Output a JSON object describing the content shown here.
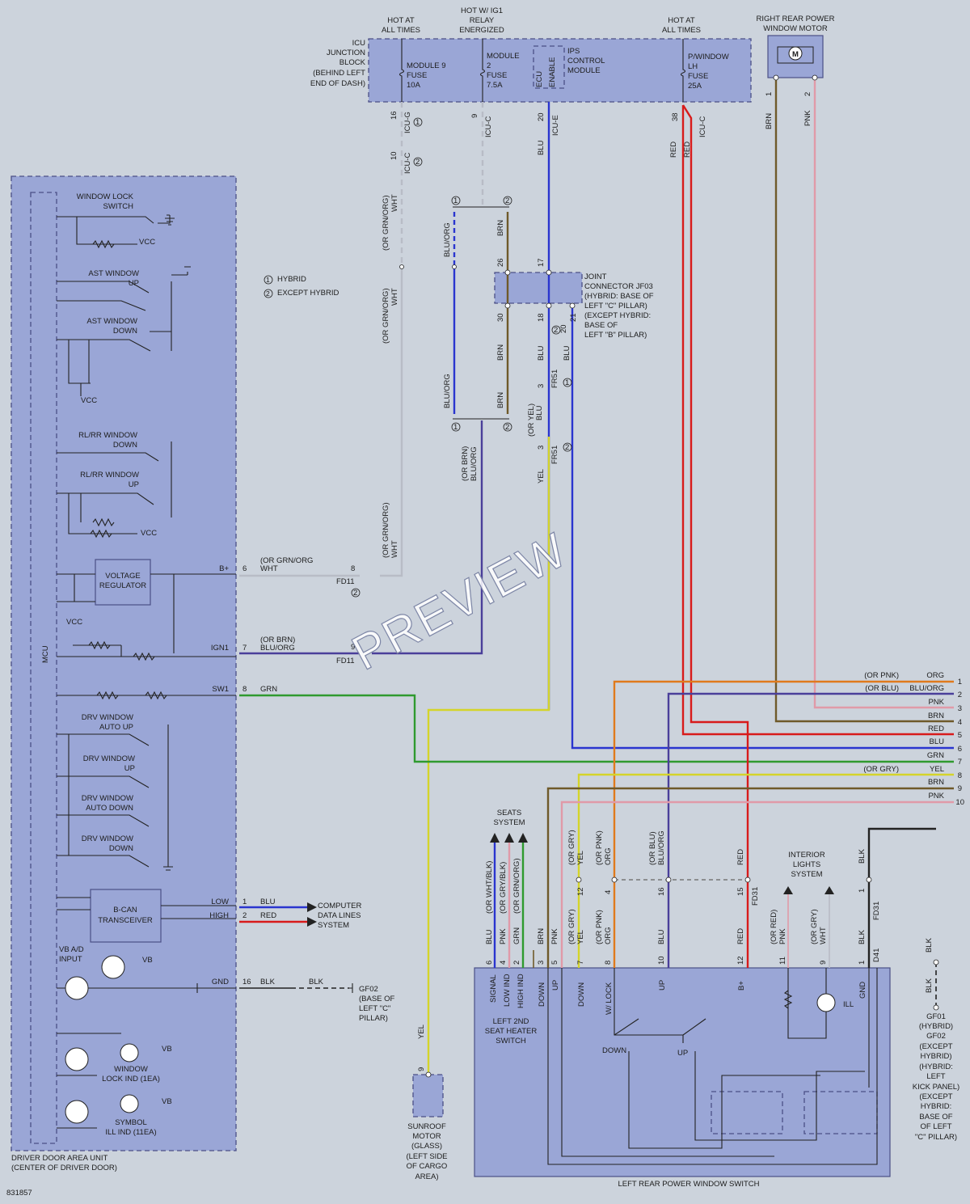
{
  "colors": {
    "background": "#ccd3dc",
    "module": "#9aa6d6",
    "blu": "#2a35cf",
    "red": "#d81b1b",
    "grn": "#2f9a2f",
    "yel": "#d4d42a",
    "brn": "#6f5a2a",
    "org": "#e07a1c",
    "pnk": "#e09aa8",
    "wht": "#b8bcc6",
    "blk": "#222222"
  },
  "labels": {
    "hot_all_1": [
      "HOT AT",
      "ALL TIMES"
    ],
    "hot_ig1": [
      "HOT W/ IG1",
      "RELAY",
      "ENERGIZED"
    ],
    "hot_all_2": [
      "HOT AT",
      "ALL TIMES"
    ],
    "rr_motor_title": [
      "RIGHT REAR POWER",
      "WINDOW MOTOR"
    ],
    "rr_motor_symbol": "M",
    "icu_title": [
      "ICU",
      "JUNCTION",
      "BLOCK",
      "(BEHIND LEFT",
      "END OF DASH)"
    ],
    "fuse9": [
      "MODULE 9",
      "FUSE",
      "10A"
    ],
    "fuse2": [
      "MODULE",
      "2",
      "FUSE",
      "7.5A"
    ],
    "ecu": "ECU",
    "enable": "ENABLE",
    "ips": [
      "IPS",
      "CONTROL",
      "MODULE"
    ],
    "pwin_fuse": [
      "P/WINDOW",
      "LH",
      "FUSE",
      "25A"
    ],
    "pin16": "16",
    "icug": "ICU-G",
    "c1": "1",
    "pin10": "10",
    "icuc_a": "ICU-C",
    "c2": "2",
    "pin9": "9",
    "icuc_b": "ICU-C",
    "pin20": "20",
    "icue": "ICU-E",
    "pin38": "38",
    "icuc_c": "ICU-C",
    "rr1": "1",
    "rr2": "2",
    "brn_rr": "BRN",
    "pnk_rr": "PNK",
    "red1": "RED",
    "red2": "RED",
    "blu_top": "BLU",
    "orgrn_wht_1": [
      "(OR GRN/ORG)",
      "WHT"
    ],
    "orgrn_wht_2": [
      "(OR GRN/ORG)",
      "WHT"
    ],
    "orgrn_wht_3": [
      "(OR GRN/ORG)",
      "WHT"
    ],
    "legend_h1": "1",
    "legend_hybrid": "HYBRID",
    "legend_h2": "2",
    "legend_except": "EXCEPT HYBRID",
    "bluorg_a": "BLU/ORG",
    "brn_a": "BRN",
    "p26": "26",
    "p17": "17",
    "p30": "30",
    "p18": "18",
    "brn_b": "BRN",
    "blu_b": "BLU",
    "bluorg_b": "BLU/ORG",
    "brn_c": "BRN",
    "p20": "20",
    "p21": "21",
    "c2b": "2",
    "blu_c": "BLU",
    "p3a": "3",
    "fr51a": "FR51",
    "c1b": "1",
    "c1c": "1",
    "c2c": "2",
    "orbrn_bluorg": [
      "(OR BRN)",
      "BLU/ORG"
    ],
    "oryel_blu": [
      "(OR YEL)",
      "BLU"
    ],
    "p3b": "3",
    "fr51b": "FR51",
    "c2d": "2",
    "yel_v": "YEL",
    "joint": [
      "JOINT",
      "CONNECTOR JF03",
      "(HYBRID: BASE OF",
      "LEFT \"C\" PILLAR)",
      "(EXCEPT HYBRID:",
      "BASE OF",
      "LEFT \"B\" PILLAR)"
    ],
    "mcu": "MCU",
    "window_lock": [
      "WINDOW LOCK",
      "SWITCH"
    ],
    "ast_up": [
      "AST WINDOW",
      "UP"
    ],
    "ast_down": [
      "AST WINDOW",
      "DOWN"
    ],
    "rlrr_down": [
      "RL/RR WINDOW",
      "DOWN"
    ],
    "rlrr_up": [
      "RL/RR WINDOW",
      "UP"
    ],
    "vcc": "VCC",
    "voltage_reg": [
      "VOLTAGE",
      "REGULATOR"
    ],
    "drv_auto_up": [
      "DRV WINDOW",
      "AUTO UP"
    ],
    "drv_up": [
      "DRV WINDOW",
      "UP"
    ],
    "drv_auto_down": [
      "DRV WINDOW",
      "AUTO DOWN"
    ],
    "drv_down": [
      "DRV WINDOW",
      "DOWN"
    ],
    "bcan": [
      "B-CAN",
      "TRANSCEIVER"
    ],
    "vbad": [
      "VB A/D",
      "INPUT"
    ],
    "vb": "VB",
    "window_lock_ind": [
      "WINDOW",
      "LOCK IND (1EA)"
    ],
    "symbol_ill": [
      "SYMBOL",
      "ILL IND (11EA)"
    ],
    "ddau": [
      "DRIVER DOOR AREA UNIT",
      "(CENTER OF DRIVER DOOR)"
    ],
    "doc_id": "831857",
    "bplus": "B+",
    "p6": "6",
    "orgrn_org_wht": [
      "(OR GRN/ORG",
      "WHT"
    ],
    "p8a": "8",
    "fd11a": "FD11",
    "c2e": "2",
    "ign1": "IGN1",
    "p7": "7",
    "orbrn_b": [
      "(OR BRN)",
      "BLU/ORG"
    ],
    "p9": "9",
    "fd11b": "FD11",
    "sw1": "SW1",
    "p8": "8",
    "grn": "GRN",
    "low": "LOW",
    "high": "HIGH",
    "p1": "1",
    "p2": "2",
    "blu_can": "BLU",
    "red_can": "RED",
    "computer": [
      "COMPUTER",
      "DATA LINES",
      "SYSTEM"
    ],
    "gnd": "GND",
    "p16": "16",
    "blk1": "BLK",
    "blk2": "BLK",
    "gf02": [
      "GF02",
      "(BASE OF",
      "LEFT \"C\"",
      "PILLAR)"
    ],
    "right_pins": [
      "1",
      "2",
      "3",
      "4",
      "5",
      "6",
      "7",
      "8",
      "9",
      "10"
    ],
    "right_colors": [
      "ORG",
      "BLU/ORG",
      "PNK",
      "BRN",
      "RED",
      "BLU",
      "GRN",
      "YEL",
      "BRN",
      "PNK"
    ],
    "or_pnk": "(OR PNK)",
    "or_blu": "(OR BLU)",
    "or_gry": "(OR GRY)",
    "seats": [
      "SEATS",
      "SYSTEM"
    ],
    "interior": [
      "INTERIOR",
      "LIGHTS",
      "SYSTEM"
    ],
    "sw_colors_top": [
      "(OR WHT/BLK)",
      "(OR GRY/BLK)",
      "(OR GRN/ORG)"
    ],
    "sw_blu": "BLU",
    "sw_pnk": "PNK",
    "sw_grn": "GRN",
    "sw_brn": "BRN",
    "sw_pnk2": "PNK",
    "sw_oryel": [
      "(OR GRY)",
      "YEL"
    ],
    "sw_orpnk": [
      "(OR PNK)",
      "ORG"
    ],
    "sw_blu2": "BLU",
    "sw_red": "RED",
    "sw_orred": [
      "(OR RED)",
      "PNK"
    ],
    "sw_orgry": [
      "(OR GRY)",
      "WHT"
    ],
    "sw_blk": "BLK",
    "up_oryel": [
      "(OR GRY)",
      "YEL"
    ],
    "up_orpnk": [
      "(OR PNK)",
      "ORG"
    ],
    "up_orblu": [
      "(OR BLU)",
      "BLU/ORG"
    ],
    "up_red": "RED",
    "up_blk": "BLK",
    "up_pins": [
      "12",
      "4",
      "16",
      "15",
      "1"
    ],
    "fd31a": "FD31",
    "fd31b": "FD31",
    "sw_pins": [
      "6",
      "4",
      "2",
      "3",
      "5",
      "7",
      "8",
      "10",
      "12",
      "11",
      "9",
      "1"
    ],
    "d41": "D41",
    "sw_inner": [
      "SIGNAL",
      "LOW IND",
      "HIGH IND",
      "DOWN",
      "UP",
      "DOWN",
      "W/ LOCK",
      "UP",
      "B+",
      "GND"
    ],
    "seat_heater": [
      "LEFT 2ND",
      "SEAT HEATER",
      "SWITCH"
    ],
    "down": "DOWN",
    "up": "UP",
    "ill": "ILL",
    "lrpws": "LEFT REAR POWER WINDOW SWITCH",
    "yel_sun": "YEL",
    "p9s": "9",
    "sunroof": [
      "SUNROOF",
      "MOTOR",
      "(GLASS)",
      "(LEFT SIDE",
      "OF CARGO",
      "AREA)"
    ],
    "blk_gf": "BLK",
    "blk_gf2": "BLK",
    "gf01": [
      "GF01",
      "(HYBRID)",
      "GF02",
      "(EXCEPT",
      "HYBRID)",
      "(HYBRID:",
      "LEFT",
      "KICK PANEL)",
      "(EXCEPT",
      "HYBRID:",
      "BASE OF",
      "OF LEFT",
      "\"C\" PILLAR)"
    ],
    "watermark": "PREVIEW"
  }
}
